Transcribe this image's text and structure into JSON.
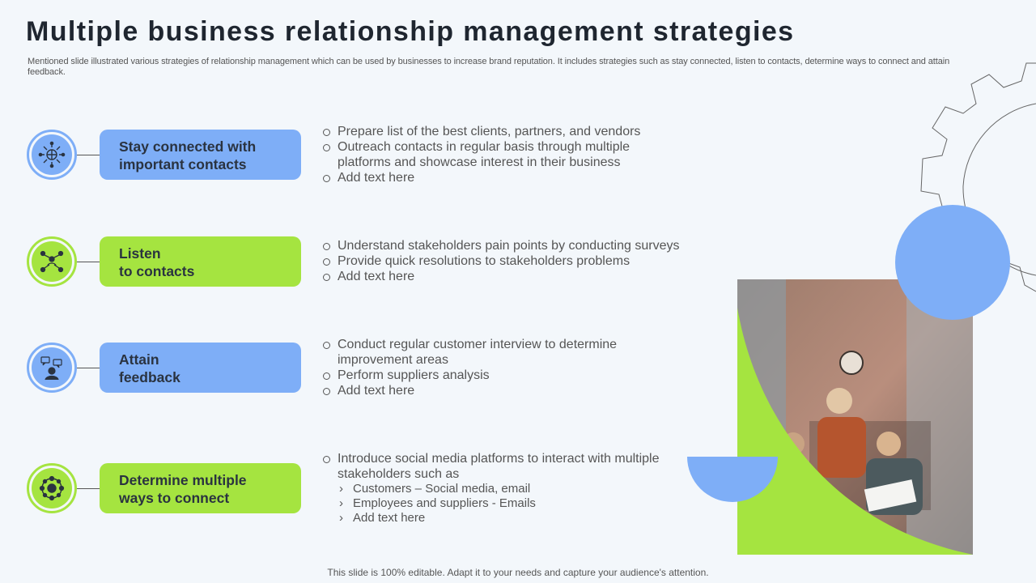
{
  "title": "Multiple business relationship management strategies",
  "subtitle": "Mentioned slide illustrated various strategies of relationship management which can be used by businesses to increase brand reputation. It includes strategies such as stay connected, listen to contacts, determine ways to connect and attain feedback.",
  "colors": {
    "blue": "#7eaef7",
    "green": "#a5e440",
    "ring_blue": "#7eaef7",
    "ring_green": "#a5e440"
  },
  "strategies": [
    {
      "label_line1": "Stay connected with",
      "label_line2": "important contacts",
      "icon": "network-globe-icon",
      "bullets": [
        "Prepare list of the best clients, partners, and vendors",
        "Outreach contacts in regular basis through multiple platforms and showcase interest in their business",
        "Add text here"
      ]
    },
    {
      "label_line1": "Listen",
      "label_line2": "to contacts",
      "icon": "people-network-icon",
      "bullets": [
        "Understand stakeholders pain points by conducting surveys",
        "Provide quick resolutions to stakeholders problems",
        "Add text here"
      ]
    },
    {
      "label_line1": "Attain",
      "label_line2": "feedback",
      "icon": "user-chat-icon",
      "bullets": [
        "Conduct regular customer interview to determine improvement areas",
        "Perform suppliers analysis",
        "Add text here"
      ]
    },
    {
      "label_line1": "Determine multiple",
      "label_line2": "ways to connect",
      "icon": "connection-hub-icon",
      "bullets": [
        "Introduce social media platforms to interact with multiple stakeholders such as"
      ],
      "sub_bullets": [
        "Customers – Social media, email",
        "Employees and suppliers - Emails",
        "Add text here"
      ]
    }
  ],
  "footer": "This slide is 100% editable. Adapt it to your needs and capture your audience's attention."
}
